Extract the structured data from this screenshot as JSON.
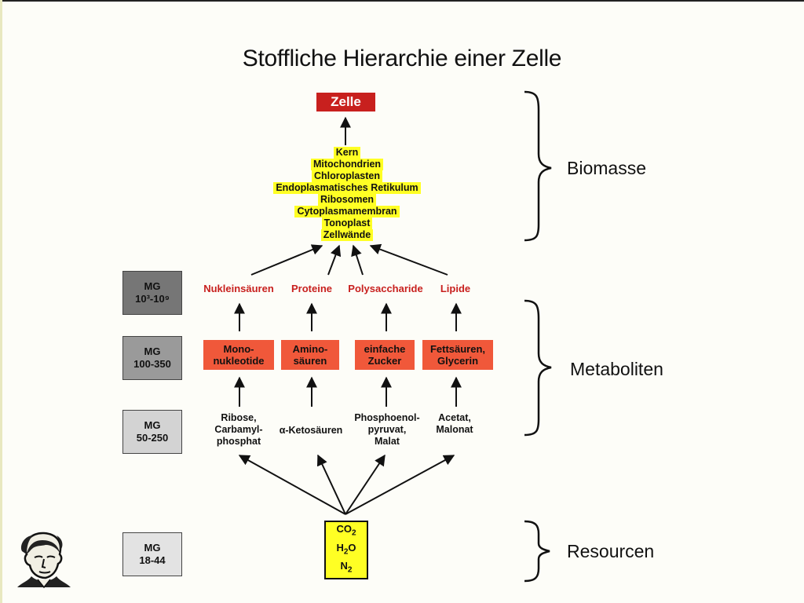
{
  "title": "Stoffliche Hierarchie einer Zelle",
  "top": "Zelle",
  "organelles": [
    "Kern",
    "Mitochondrien",
    "Chloroplasten",
    "Endoplasmatisches Retikulum",
    "Ribosomen",
    "Cytoplasmamembran",
    "Tonoplast",
    "Zellwände"
  ],
  "mg": [
    {
      "line1": "MG",
      "line2": "10³-10⁹"
    },
    {
      "line1": "MG",
      "line2": "100-350"
    },
    {
      "line1": "MG",
      "line2": "50-250"
    },
    {
      "line1": "MG",
      "line2": "18-44"
    }
  ],
  "macromolecules": [
    "Nukleinsäuren",
    "Proteine",
    "Polysaccharide",
    "Lipide"
  ],
  "monomers": [
    {
      "line1": "Mono-",
      "line2": "nukleotide"
    },
    {
      "line1": "Amino-",
      "line2": "säuren"
    },
    {
      "line1": "einfache",
      "line2": "Zucker"
    },
    {
      "line1": "Fettsäuren,",
      "line2": "Glycerin"
    }
  ],
  "precursors": [
    {
      "line1": "Ribose,",
      "line2": "Carbamyl-",
      "line3": "phosphat"
    },
    {
      "line1": "α-Ketosäuren"
    },
    {
      "line1": "Phosphoenol-",
      "line2": "pyruvat,",
      "line3": "Malat"
    },
    {
      "line1": "Acetat,",
      "line2": "Malonat"
    }
  ],
  "resources": {
    "co2": "CO",
    "h2o_h": "H",
    "h2o_o": "O",
    "n2": "N",
    "sub2": "2"
  },
  "brackets": [
    "Biomasse",
    "Metaboliten",
    "Resourcen"
  ],
  "colors": {
    "red": "#c8201e",
    "yellow": "#ffff24",
    "orange": "#f0583a"
  }
}
